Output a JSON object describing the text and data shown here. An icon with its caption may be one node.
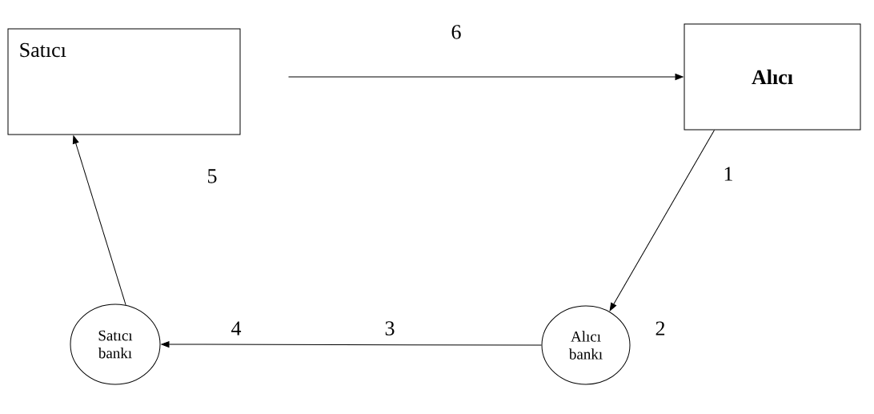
{
  "diagram": {
    "nodes": [
      {
        "text": [
          "Satıcı"
        ]
      },
      {
        "text": [
          "Alıcı"
        ]
      },
      {
        "text": [
          "Alıcı bankı"
        ]
      },
      {
        "text": [
          "Satıcı bankı"
        ]
      }
    ],
    "edges": [
      {
        "from": 0,
        "to": 1,
        "arrow": "to"
      },
      {
        "from": 1,
        "to": 2,
        "arrow": "to"
      },
      {
        "from": 2,
        "to": 3,
        "arrow": "to"
      },
      {
        "from": 3,
        "to": 0,
        "arrow": "to"
      }
    ],
    "labels": [
      "6",
      "5",
      "1",
      "4",
      "3",
      "2"
    ]
  }
}
